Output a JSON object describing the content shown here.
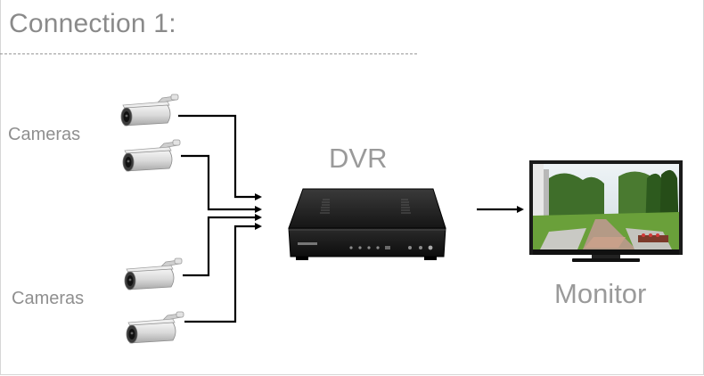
{
  "title": "Connection 1:",
  "labels": {
    "cameras_top": "Cameras",
    "cameras_bottom": "Cameras",
    "dvr": "DVR",
    "monitor": "Monitor"
  },
  "colors": {
    "text": "#8f8f8f",
    "wire": "#000000",
    "dvr_body": "#1c1c1c"
  }
}
